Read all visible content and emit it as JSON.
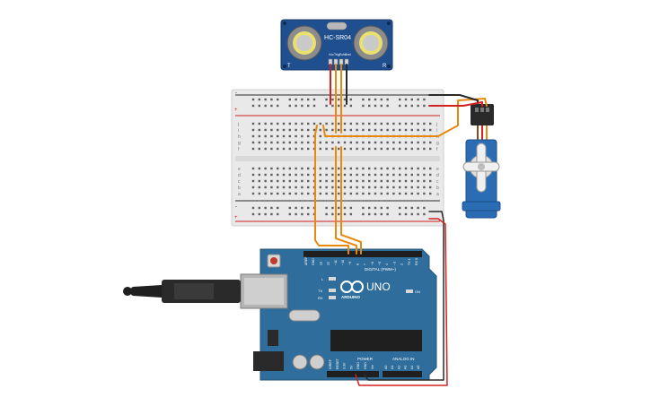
{
  "sensor": {
    "model": "HC-SR04",
    "corner_left": "T",
    "corner_right": "R",
    "pins": [
      "Vcc",
      "Trig",
      "Echo",
      "Gnd"
    ]
  },
  "breadboard": {
    "rail_minus": "-",
    "rail_plus": "+",
    "row_letters_top": [
      "j",
      "i",
      "h",
      "g",
      "f"
    ],
    "row_letters_bottom": [
      "e",
      "d",
      "c",
      "b",
      "a"
    ],
    "column_count": 30
  },
  "arduino": {
    "model": "UNO",
    "brand": "ARDUINO",
    "digital_header": "DIGITAL (PWM~)",
    "power_header": "POWER",
    "analog_header": "ANALOG IN",
    "led_labels": [
      "L",
      "TX",
      "RX",
      "ON"
    ],
    "digital_pins": [
      "AREF",
      "GND",
      "13",
      "12",
      "~11",
      "~10",
      "~9",
      "8",
      "7",
      "~6",
      "~5",
      "4",
      "~3",
      "2",
      "TX 1",
      "RX 0"
    ],
    "power_pins": [
      "IOREF",
      "RESET",
      "3.3V",
      "5V",
      "GND",
      "GND",
      "Vin"
    ],
    "analog_pins": [
      "A0",
      "A1",
      "A2",
      "A3",
      "A4",
      "A5"
    ]
  },
  "colors": {
    "wire_orange": "#e8890c",
    "wire_red": "#d32020",
    "wire_black": "#2a2a2a",
    "board_blue": "#2f6e9c",
    "sensor_blue": "#1f4f8f",
    "servo_blue": "#2a6db5",
    "breadboard": "#e9e9e9"
  }
}
